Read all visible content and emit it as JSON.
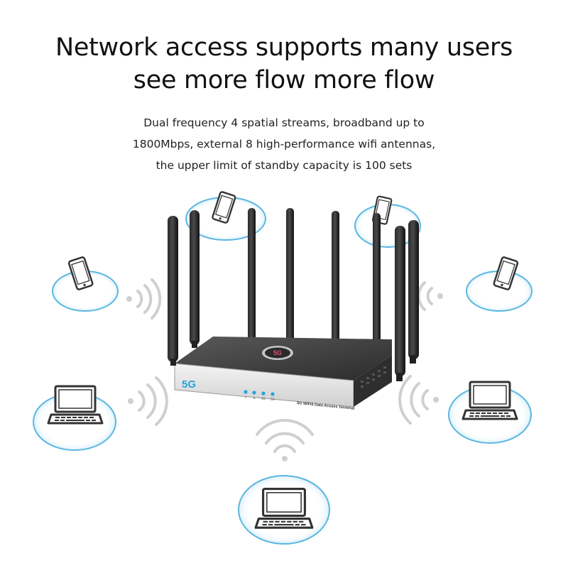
{
  "headline": {
    "line1": "Network access supports many users",
    "line2": "see more flow more flow"
  },
  "description": {
    "line1": "Dual frequency 4 spatial streams, broadband up to",
    "line2": "1800Mbps, external 8 high-performance wifi antennas,",
    "line3": "the upper limit of standby capacity is 100 sets"
  },
  "router": {
    "logo": "5G",
    "top_badge": "5G",
    "panel_label": "5G WiFi6 Data Access Terminal",
    "indicator_labels": [
      "☼",
      "≋",
      "4G",
      "5G"
    ],
    "accent_color": "#2aa3d8",
    "antenna_count": 8
  },
  "devices": {
    "phones": 4,
    "laptops": 3,
    "ring_color": "#5bb7e0"
  }
}
